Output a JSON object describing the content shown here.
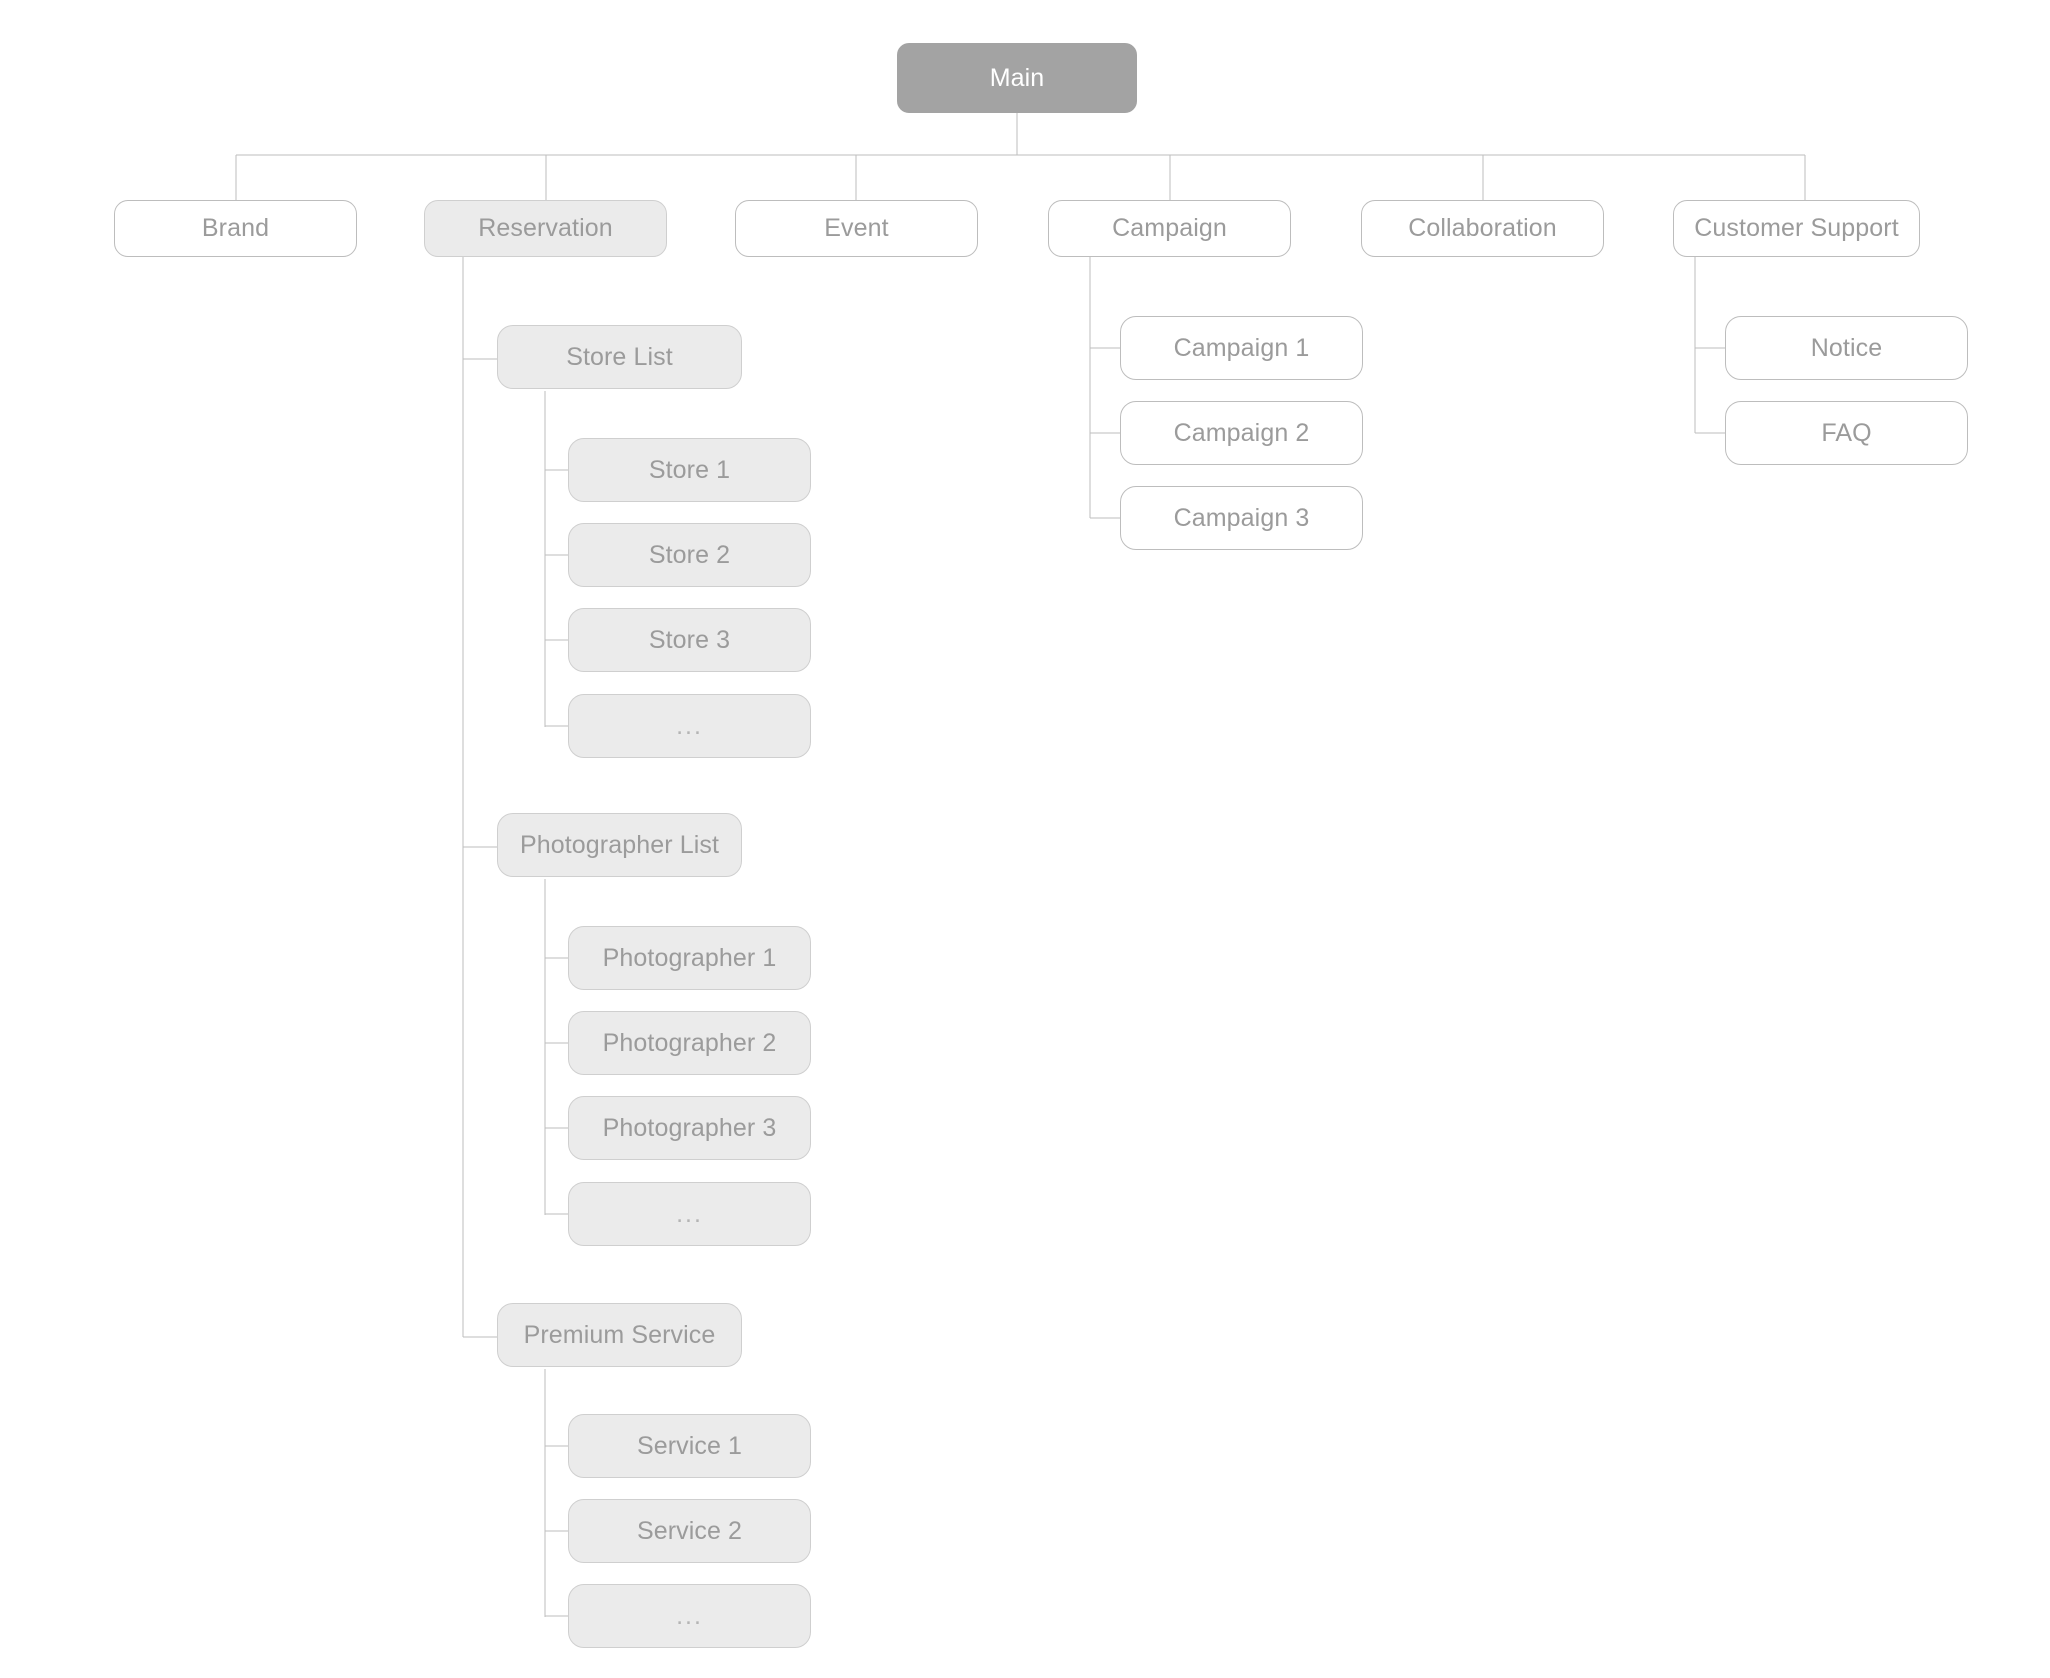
{
  "diagram": {
    "type": "sitemap-tree",
    "title": "Main",
    "colors": {
      "root_fill": "#a3a3a3",
      "root_text": "#ffffff",
      "node_fill": "#ffffff",
      "shaded_fill": "#ebebeb",
      "border": "#bdbdbd",
      "text": "#9b9b9b",
      "edge": "#bdbdbd",
      "background": "#ffffff"
    },
    "root": {
      "label": "Main"
    },
    "level1": [
      {
        "label": "Brand",
        "shaded": false
      },
      {
        "label": "Reservation",
        "shaded": true
      },
      {
        "label": "Event",
        "shaded": false
      },
      {
        "label": "Campaign",
        "shaded": false
      },
      {
        "label": "Collaboration",
        "shaded": false
      },
      {
        "label": "Customer Support",
        "shaded": false
      }
    ],
    "reservation_children": [
      {
        "label": "Store List",
        "shaded": true
      },
      {
        "label": "Photographer List",
        "shaded": true
      },
      {
        "label": "Premium Service",
        "shaded": true
      }
    ],
    "store_children": [
      {
        "label": "Store 1",
        "shaded": true
      },
      {
        "label": "Store 2",
        "shaded": true
      },
      {
        "label": "Store 3",
        "shaded": true
      },
      {
        "label": "...",
        "shaded": true
      }
    ],
    "photographer_children": [
      {
        "label": "Photographer 1",
        "shaded": true
      },
      {
        "label": "Photographer 2",
        "shaded": true
      },
      {
        "label": "Photographer 3",
        "shaded": true
      },
      {
        "label": "...",
        "shaded": true
      }
    ],
    "premium_children": [
      {
        "label": "Service 1",
        "shaded": true
      },
      {
        "label": "Service 2",
        "shaded": true
      },
      {
        "label": "...",
        "shaded": true
      }
    ],
    "campaign_children": [
      {
        "label": "Campaign 1",
        "shaded": false
      },
      {
        "label": "Campaign 2",
        "shaded": false
      },
      {
        "label": "Campaign 3",
        "shaded": false
      }
    ],
    "support_children": [
      {
        "label": "Notice",
        "shaded": false
      },
      {
        "label": "FAQ",
        "shaded": false
      }
    ]
  }
}
